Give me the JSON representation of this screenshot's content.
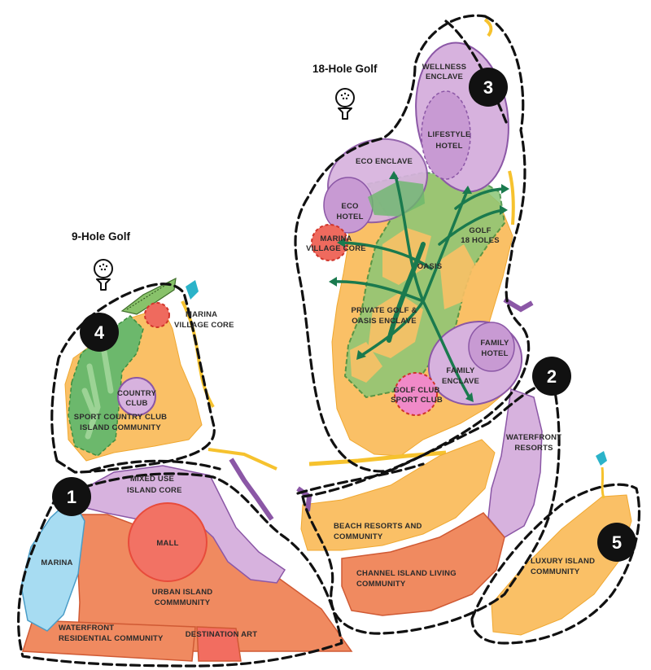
{
  "golf": {
    "eighteen_hole": "18-Hole Golf",
    "nine_hole": "9-Hole Golf"
  },
  "zones": {
    "wellness_enclave": [
      "WELLNESS",
      "ENCLAVE"
    ],
    "lifestyle_hotel": [
      "LIFESTYLE",
      "HOTEL"
    ],
    "eco_enclave": [
      "ECO ENCLAVE"
    ],
    "eco_hotel": [
      "ECO",
      "HOTEL"
    ],
    "marina_village_core_north": [
      "MARINA",
      "VILLAGE CORE"
    ],
    "golf_18_holes": [
      "GOLF",
      "18 HOLES"
    ],
    "oasis": [
      "OASIS"
    ],
    "private_golf_oasis": [
      "PRIVATE GOLF &",
      "OASIS ENCLAVE"
    ],
    "family_hotel": [
      "FAMILY",
      "HOTEL"
    ],
    "family_enclave": [
      "FAMILY",
      "ENCLAVE"
    ],
    "golf_club_sport_club": [
      "GOLF CLUB",
      "SPORT CLUB"
    ],
    "waterfront_resorts": [
      "WATERFRONT",
      "RESORTS"
    ],
    "marina_village_core_west": [
      "MARINA",
      "VILLAGE CORE"
    ],
    "country_club": [
      "COUNTRY",
      "CLUB"
    ],
    "sport_country_club": [
      "SPORT COUNTRY CLUB",
      "ISLAND COMMUNITY"
    ],
    "mixed_use": [
      "MIXED USE",
      "ISLAND CORE"
    ],
    "mall": [
      "MALL"
    ],
    "marina": [
      "MARINA"
    ],
    "urban_island": [
      "URBAN ISLAND",
      "COMMMUNITY"
    ],
    "waterfront_residential": [
      "WATERFRONT",
      "RESIDENTIAL COMMUNITY"
    ],
    "destination_art": [
      "DESTINATION ART"
    ],
    "beach_resorts": [
      "BEACH RESORTS AND",
      "COMMUNITY"
    ],
    "channel_island": [
      "CHANNEL ISLAND LIVING",
      "COMMUNITY"
    ],
    "luxury_island": [
      "LUXURY ISLAND",
      "COMMUNITY"
    ]
  },
  "markers": [
    "1",
    "2",
    "3",
    "4",
    "5"
  ],
  "icons": [
    "golf-ball-on-tee-icon",
    "golf-ball-on-tee-icon"
  ],
  "colors": {
    "purple_zone": "#cfa9d9",
    "purple_stroke": "#8b57a6",
    "orange_zone": "#fac066",
    "salmon_zone": "#f08a60",
    "green_golf": "#6cb86c",
    "marina_blue": "#9fd9f0",
    "red_core": "#ef6a5e",
    "pink_club": "#f08ac8",
    "arrow_green": "#1a7a4e",
    "teal_accent": "#2bb3c9"
  }
}
